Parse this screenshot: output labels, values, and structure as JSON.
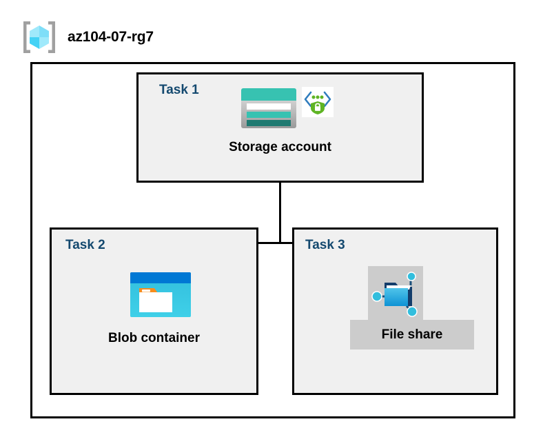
{
  "header": {
    "icon": "azure-resource-group-icon",
    "title": "az104-07-rg7"
  },
  "diagram": {
    "type": "azure-architecture",
    "container": {
      "name": "resource-group-boundary"
    },
    "tasks": [
      {
        "id": "task-1",
        "label": "Task 1",
        "node_label": "Storage account",
        "icons": [
          "azure-storage-account-icon",
          "secure-transfer-shield-icon"
        ],
        "highlighted": false
      },
      {
        "id": "task-2",
        "label": "Task 2",
        "node_label": "Blob container",
        "icons": [
          "azure-blob-container-icon"
        ],
        "highlighted": false
      },
      {
        "id": "task-3",
        "label": "Task 3",
        "node_label": "File share",
        "icons": [
          "azure-file-share-icon"
        ],
        "highlighted": true
      }
    ],
    "connections": [
      {
        "from": "Storage account",
        "to": "Blob container"
      },
      {
        "from": "Storage account",
        "to": "File share"
      }
    ]
  },
  "colors": {
    "task_label": "#14496f",
    "box_fill": "#f0f0f0",
    "box_border": "#000000",
    "highlight": "#cccccc",
    "storage_teal": "#37c2b1",
    "storage_dark_teal": "#1f7a71",
    "blob_blue": "#0078d4",
    "blob_cyan": "#32bedd",
    "blob_orange": "#f78d1e",
    "shield_green": "#5fb424",
    "node_cyan": "#32bedd",
    "rg_cube_cyan": "#37c9f3"
  }
}
